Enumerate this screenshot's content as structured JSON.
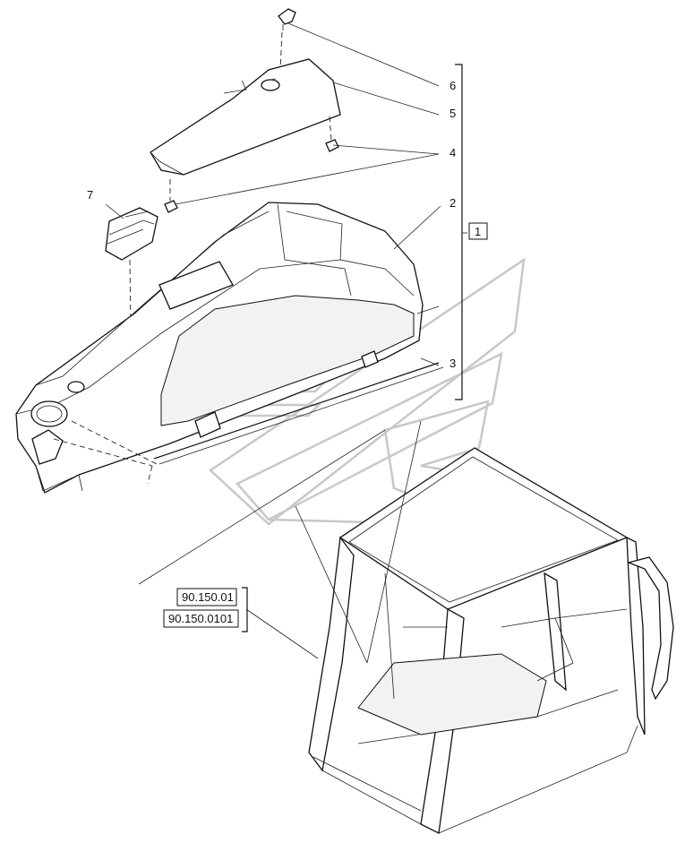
{
  "callouts": {
    "c1": "1",
    "c2": "2",
    "c3": "3",
    "c4": "4",
    "c5": "5",
    "c6": "6",
    "c7": "7"
  },
  "references": {
    "ref_a": "90.150.01",
    "ref_b": "90.150.0101"
  }
}
